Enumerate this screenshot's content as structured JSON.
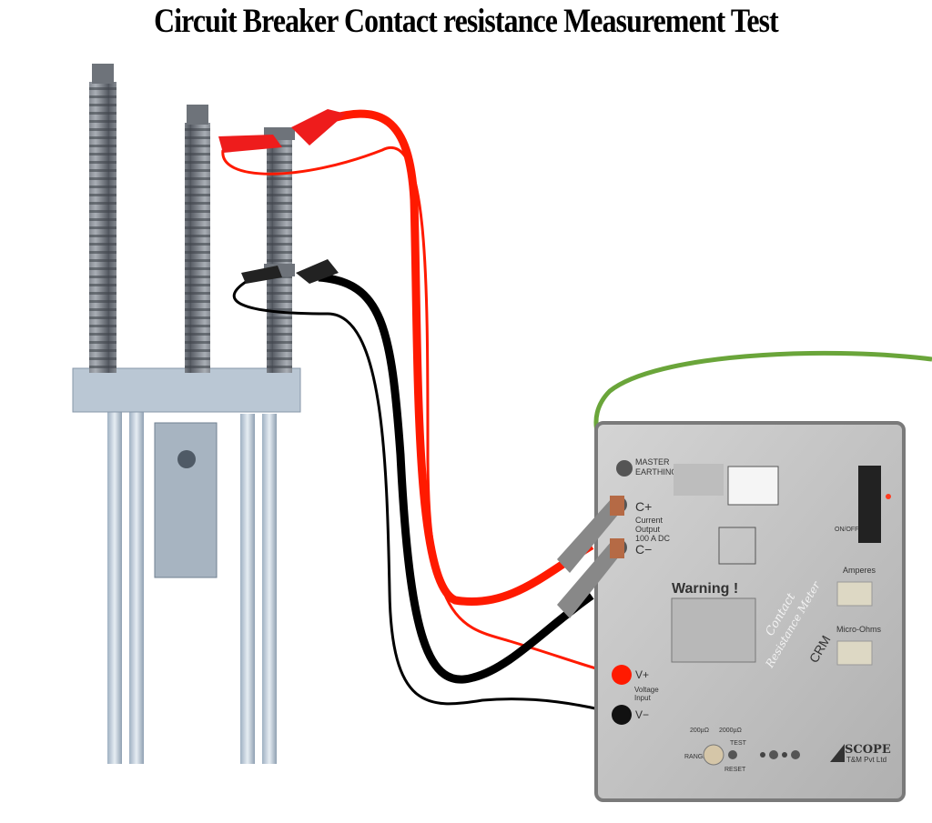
{
  "title": "Circuit Breaker Contact resistance Measurement Test",
  "colors": {
    "current_lead": "#ff1a00",
    "voltage_lead_black": "#000000",
    "earth_lead": "#6aa53a",
    "panel": "#c8c8c8",
    "insulator": "#7b8088",
    "structure": "#b9c6d3"
  },
  "instrument": {
    "earthing_label_1": "MASTER",
    "earthing_label_2": "EARTHING",
    "c_plus": "C+",
    "c_minus": "C−",
    "current_output_1": "Current",
    "current_output_2": "Output",
    "current_output_3": "100 A DC",
    "warning": "Warning !",
    "v_plus": "V+",
    "v_minus": "V−",
    "voltage_input_1": "Voltage",
    "voltage_input_2": "Input",
    "amperes": "Amperes",
    "micro_ohms": "Micro-Ohms",
    "on_off": "ON/OFF",
    "range": "RANGE",
    "range_low": "200µΩ",
    "range_high": "2000µΩ",
    "test": "TEST",
    "reset": "RESET",
    "brand": "SCOPE",
    "brand_sub": "T&M Pvt Ltd",
    "logo_script_1": "Contact",
    "logo_script_2": "Resistance Meter",
    "model": "CRM"
  }
}
